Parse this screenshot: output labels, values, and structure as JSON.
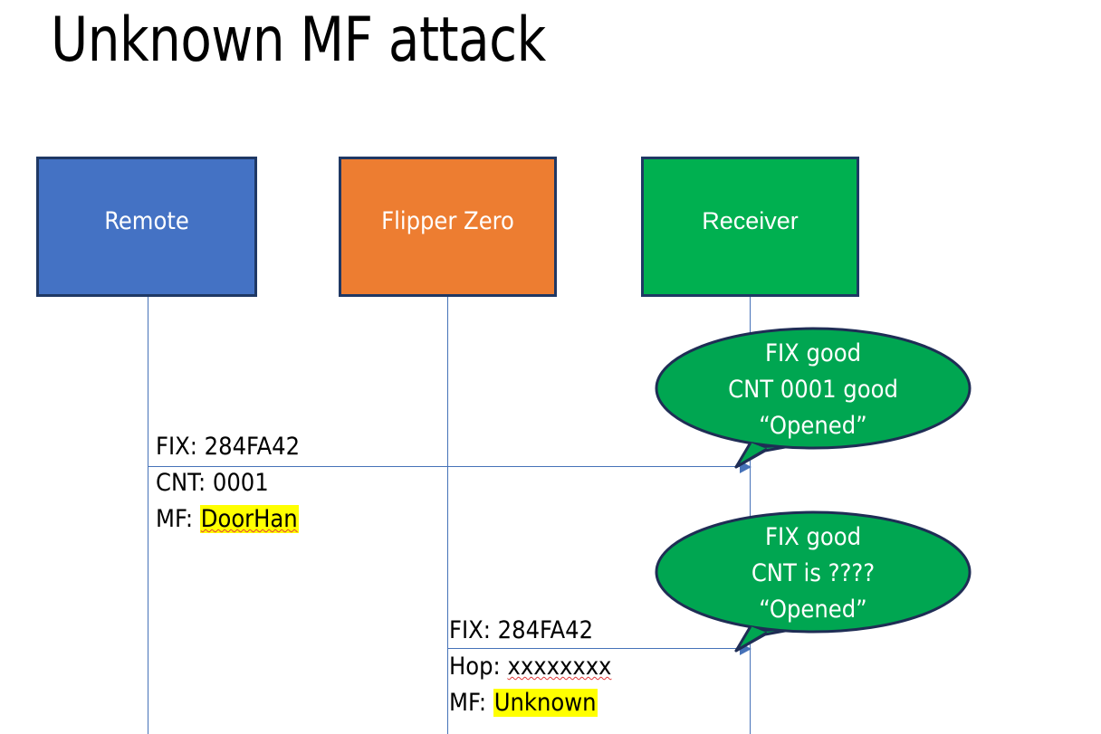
{
  "slide": {
    "title": "Unknown MF attack"
  },
  "actors": [
    {
      "name": "remote",
      "label": "Remote",
      "color": "#4472C4"
    },
    {
      "name": "flipper",
      "label": "Flipper Zero",
      "color": "#ED7D31"
    },
    {
      "name": "receiver",
      "label": "Receiver",
      "color": "#00B050"
    }
  ],
  "messages": [
    {
      "name": "remote-to-receiver",
      "from": "remote",
      "to": "receiver",
      "lines": [
        {
          "prefix": "FIX: ",
          "value": "284FA42",
          "highlight": false,
          "spellerror": false
        },
        {
          "prefix": "CNT: ",
          "value": "0001",
          "highlight": false,
          "spellerror": false
        },
        {
          "prefix": "MF: ",
          "value": "DoorHan",
          "highlight": true,
          "spellerror": true
        }
      ]
    },
    {
      "name": "flipper-to-receiver",
      "from": "flipper",
      "to": "receiver",
      "lines": [
        {
          "prefix": "FIX: ",
          "value": "284FA42",
          "highlight": false,
          "spellerror": false
        },
        {
          "prefix": "Hop: ",
          "value": "xxxxxxxx",
          "highlight": false,
          "spellerror": true
        },
        {
          "prefix": "MF: ",
          "value": "Unknown",
          "highlight": true,
          "spellerror": false
        }
      ]
    }
  ],
  "callouts": [
    {
      "name": "receiver-response-good",
      "fill": "#00A651",
      "stroke": "#1F2D55",
      "lines": [
        "FIX good",
        "CNT 0001 good",
        "“Opened”"
      ]
    },
    {
      "name": "receiver-response-unknown",
      "fill": "#00A651",
      "stroke": "#1F2D55",
      "lines": [
        "FIX good",
        "CNT is ????",
        "“Opened”"
      ]
    }
  ],
  "colors": {
    "lifeline": "#4672B8",
    "box_border": "#1F3864",
    "highlight": "#FFFF00",
    "spellcheck": "#E03A3A",
    "text": "#000000",
    "box_text": "#FFFFFF"
  }
}
